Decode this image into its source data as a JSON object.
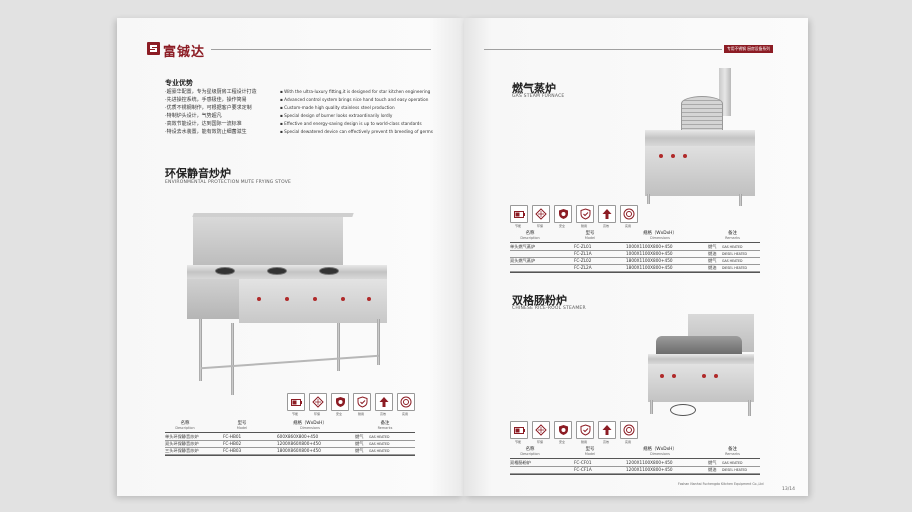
{
  "brand": {
    "name": "富铖达"
  },
  "top_badge": "专用不锈钢 厨房设备系列",
  "features": {
    "title": "专业优势",
    "items_cn": [
      "·超豪华配置，专为星级厨房工程设计打造",
      "·先进操控系统，手感极佳，操作简易",
      "·优质不锈钢制作，可根据客户要求定制",
      "·特制炉头设计，气势超凡",
      "·高效节能设计，达到国际一流标准",
      "·特设去水装置，能有效防止细菌滋生"
    ],
    "items_en": [
      "With the ultra-luxury fitting,it is designed for star kitchen engineering",
      "Advanced control system brings nice hand touch and easy operation",
      "Custom-made high quality stainless steel production",
      "Special design of burner looks extraordinarily lordly",
      "Effective and energy-saving design is up to world-class standards",
      "Special dewatered device can effectively prevent th breeding of germs"
    ]
  },
  "icons": [
    {
      "name": "battery-icon",
      "label": "节能"
    },
    {
      "name": "shell-icon",
      "label": "环保"
    },
    {
      "name": "shield-icon",
      "label": "安全"
    },
    {
      "name": "badge-icon",
      "label": "耐用"
    },
    {
      "name": "up-arrow-icon",
      "label": "高效"
    },
    {
      "name": "target-icon",
      "label": "实用"
    }
  ],
  "table_headers": {
    "description_cn": "名称",
    "description_en": "Description",
    "model_cn": "型号",
    "model_en": "Model",
    "dimensions_cn": "规格（WxDxH）",
    "dimensions_en": "Dimensions",
    "remarks_cn": "备注",
    "remarks_en": "Remarks"
  },
  "products": {
    "mute_stove": {
      "title": "环保静音炒炉",
      "subtitle": "ENVIRONMENTAL PROTECTION MUTE FRYING STOVE",
      "rows": [
        {
          "name": "单头环保静音炒炉",
          "model": "FC-HB01",
          "dims": "600X860X800+450",
          "fuel_cn": "燃气",
          "fuel_en": "GAS HEATED"
        },
        {
          "name": "双头环保静音炒炉",
          "model": "FC-HB02",
          "dims": "1200X860X800+450",
          "fuel_cn": "燃气",
          "fuel_en": "GAS HEATED"
        },
        {
          "name": "三头环保静音炒炉",
          "model": "FC-HB03",
          "dims": "1800X860X800+450",
          "fuel_cn": "燃气",
          "fuel_en": "GAS HEATED"
        }
      ]
    },
    "steam_furnace": {
      "title": "燃气蒸炉",
      "subtitle": "GAS STEAM FURNACE",
      "rows": [
        {
          "name": "单头燃气蒸炉",
          "model": "FC-ZL01",
          "dims": "1000X1100X800+450",
          "fuel_cn": "燃气",
          "fuel_en": "GAS HEATED"
        },
        {
          "name": "",
          "model": "FC-ZL1A",
          "dims": "1000X1100X800+450",
          "fuel_cn": "燃油",
          "fuel_en": "DIESEL HEATED"
        },
        {
          "name": "双头燃气蒸炉",
          "model": "FC-ZL02",
          "dims": "1800X1100X800+450",
          "fuel_cn": "燃气",
          "fuel_en": "GAS HEATED"
        },
        {
          "name": "",
          "model": "FC-ZL2A",
          "dims": "1800X1100X800+450",
          "fuel_cn": "燃油",
          "fuel_en": "DIESEL HEATED"
        }
      ]
    },
    "rice_roll": {
      "title": "双格肠粉炉",
      "subtitle": "CHINESE RICE-ROOL STEAMER",
      "rows": [
        {
          "name": "双格肠粉炉",
          "model": "FC-CF01",
          "dims": "1200X1100X800+450",
          "fuel_cn": "燃气",
          "fuel_en": "GAS HEATED"
        },
        {
          "name": "",
          "model": "FC-CF1A",
          "dims": "1200X1100X800+450",
          "fuel_cn": "燃油",
          "fuel_en": "DIESEL HEATED"
        }
      ]
    }
  },
  "footer": {
    "company_en": "Foshan Nanhai Fuchengda Kitchen Equipment Co.,Ltd",
    "pages": "13/14"
  },
  "colors": {
    "brand": "#8c1c24",
    "rule": "#555555"
  }
}
